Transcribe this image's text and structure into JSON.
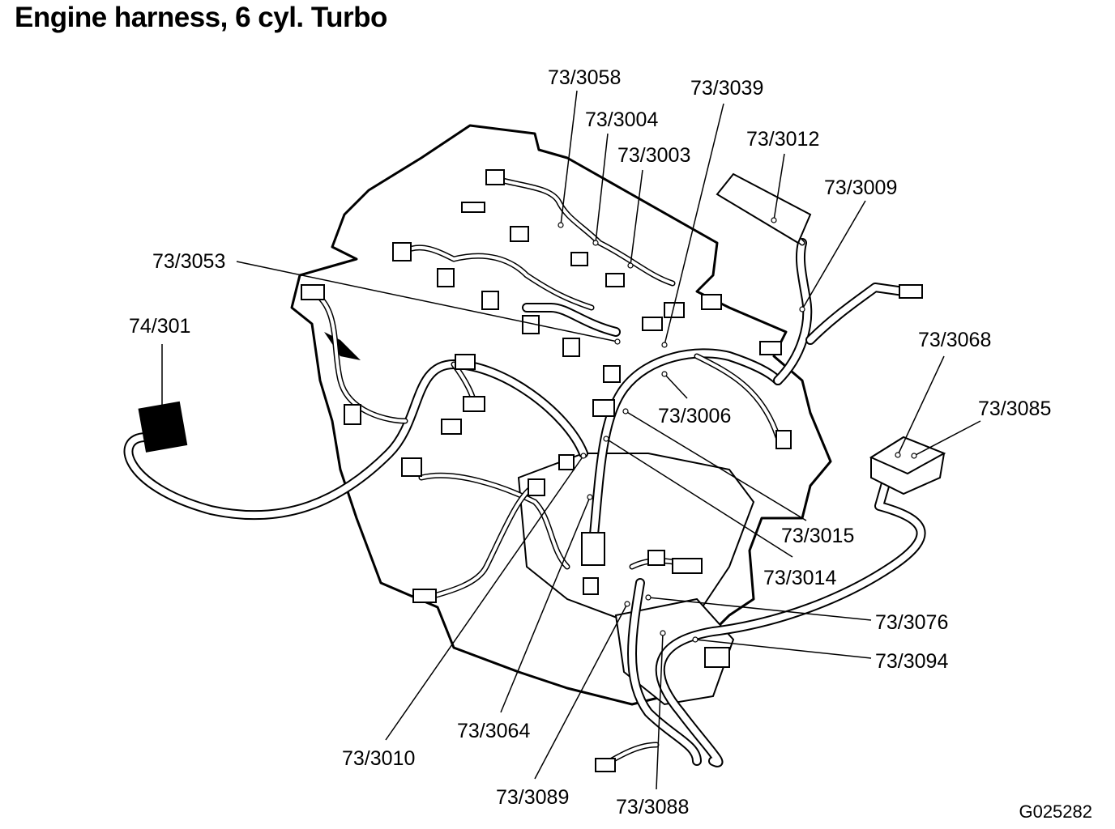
{
  "title": "Engine harness, 6 cyl. Turbo",
  "figure_code": "G025282",
  "labels": [
    {
      "id": "l3058",
      "text": "73/3058"
    },
    {
      "id": "l3039",
      "text": "73/3039"
    },
    {
      "id": "l3004",
      "text": "73/3004"
    },
    {
      "id": "l3003",
      "text": "73/3003"
    },
    {
      "id": "l3012",
      "text": "73/3012"
    },
    {
      "id": "l3009",
      "text": "73/3009"
    },
    {
      "id": "l3053",
      "text": "73/3053"
    },
    {
      "id": "l301",
      "text": "74/301"
    },
    {
      "id": "l3068",
      "text": "73/3068"
    },
    {
      "id": "l3085",
      "text": "73/3085"
    },
    {
      "id": "l3006",
      "text": "73/3006"
    },
    {
      "id": "l3015",
      "text": "73/3015"
    },
    {
      "id": "l3014",
      "text": "73/3014"
    },
    {
      "id": "l3076",
      "text": "73/3076"
    },
    {
      "id": "l3094",
      "text": "73/3094"
    },
    {
      "id": "l3064",
      "text": "73/3064"
    },
    {
      "id": "l3010",
      "text": "73/3010"
    },
    {
      "id": "l3089",
      "text": "73/3089"
    },
    {
      "id": "l3088",
      "text": "73/3088"
    }
  ]
}
